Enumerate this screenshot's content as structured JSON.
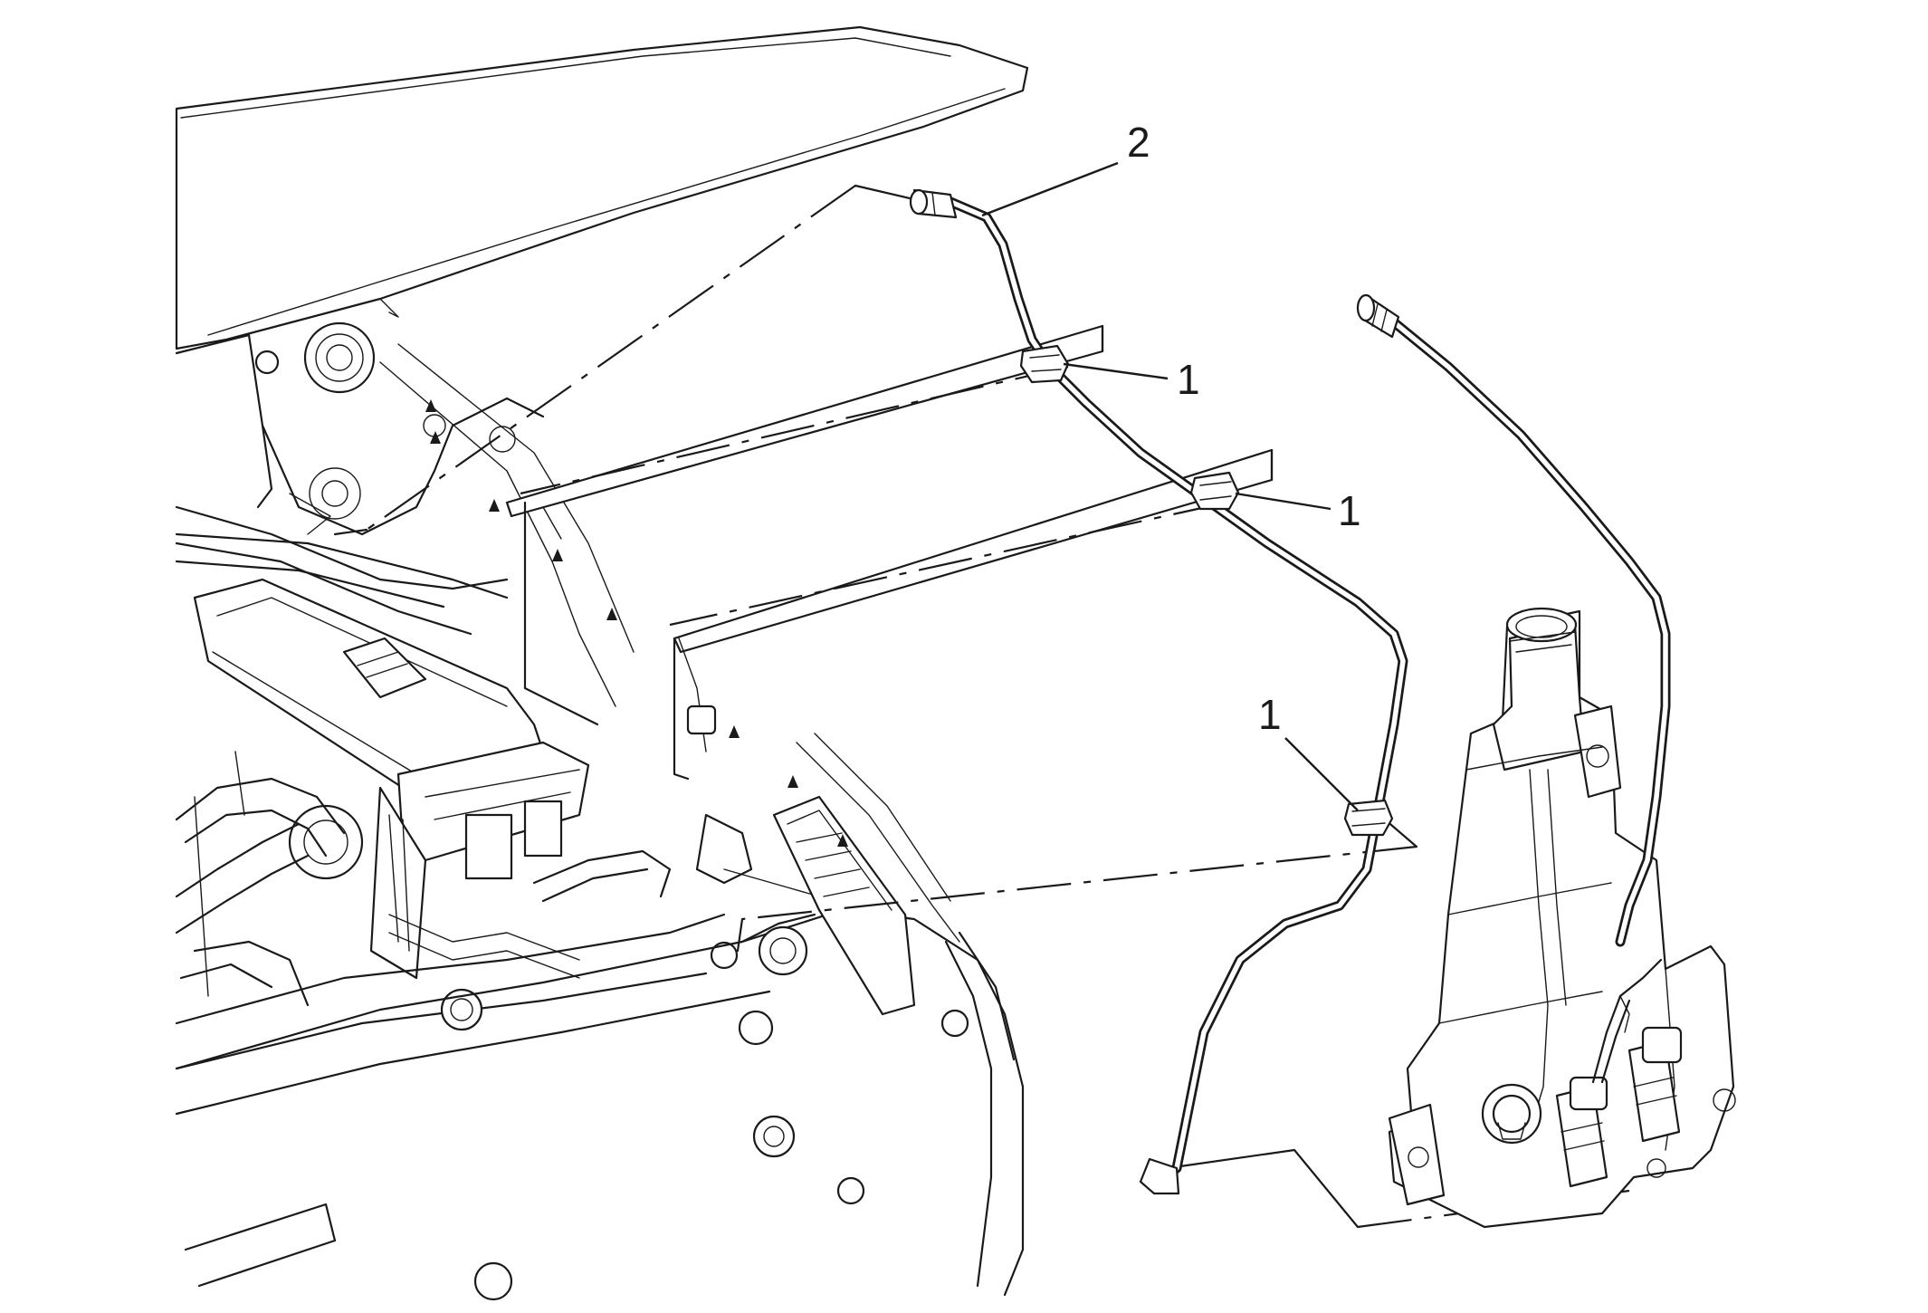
{
  "callouts": {
    "clip_label_1": "1",
    "clip_label_2": "1",
    "clip_label_3": "1",
    "hose_label": "2"
  },
  "colors": {
    "ink": "#1a1a1a",
    "background": "#ffffff"
  }
}
